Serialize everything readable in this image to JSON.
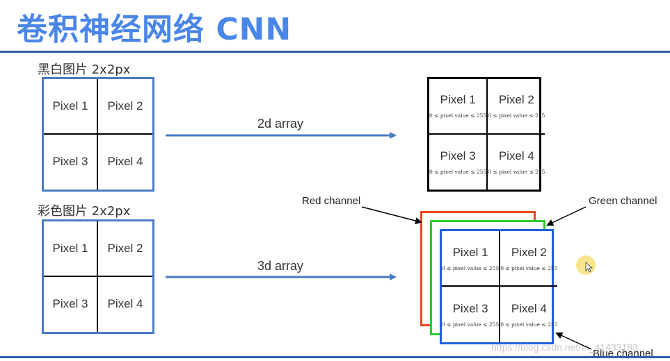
{
  "title": "卷积神经网络 CNN",
  "sections": {
    "grayscale_label": "黑白图片 2x2px",
    "color_label": "彩色图片 2x2px"
  },
  "arrows": {
    "top_label": "2d array",
    "bottom_label": "3d array"
  },
  "pixels": [
    "Pixel 1",
    "Pixel 2",
    "Pixel 3",
    "Pixel 4"
  ],
  "pixel_range": "0 ≤ pixel value ≤ 255",
  "channels": {
    "red": "Red channel",
    "green": "Green channel",
    "blue": "Blue channel"
  },
  "colors": {
    "title": "#4a86e8",
    "rule": "#2e5fa8",
    "grid_border": "#4a7bc4",
    "arrow": "#4a7bc4",
    "red_layer": "#e8471c",
    "green_layer": "#2ecc2e",
    "blue_layer": "#1f5fe0",
    "cursor_highlight": "#f7e27a"
  },
  "watermark": "https://blog.csdn.net/m_41433183",
  "icons": [
    "mouse-cursor-icon"
  ]
}
